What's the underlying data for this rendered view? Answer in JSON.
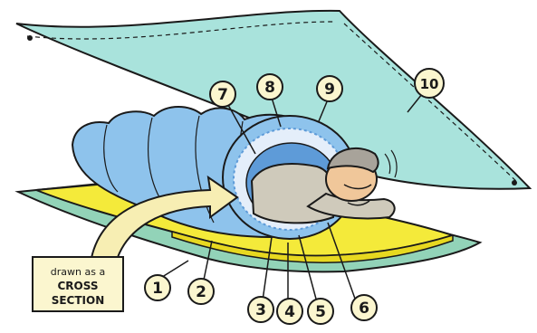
{
  "caption": {
    "line1": "drawn as a",
    "line2": "CROSS",
    "line3": "SECTION"
  },
  "callouts": [
    {
      "id": "1",
      "text": "1"
    },
    {
      "id": "2",
      "text": "2"
    },
    {
      "id": "3",
      "text": "3"
    },
    {
      "id": "4",
      "text": "4"
    },
    {
      "id": "5",
      "text": "5"
    },
    {
      "id": "6",
      "text": "6"
    },
    {
      "id": "7",
      "text": "7"
    },
    {
      "id": "8",
      "text": "8"
    },
    {
      "id": "9",
      "text": "9"
    },
    {
      "id": "10",
      "text": "10"
    }
  ],
  "colors": {
    "tarp": "#a9e3dc",
    "ground_sheet": "#92d3b8",
    "mat": "#f4ea3a",
    "bag": "#8ec3ec",
    "bag_shadow": "#5e9bd8",
    "lining": "#e4eefa",
    "body": "#cfcabb",
    "label_fill": "#fbf6cf",
    "arrow": "#f7eeb3",
    "outline": "#1a1a1a"
  }
}
